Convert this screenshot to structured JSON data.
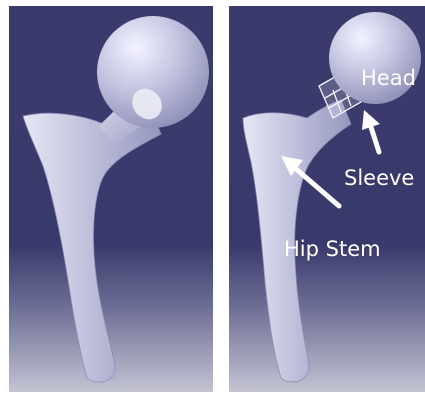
{
  "annotations": {
    "head": "Head",
    "sleeve": "Sleeve",
    "stem": "Hip Stem"
  },
  "colors": {
    "background_top": "#393a6a",
    "background_bottom": "#c2c2d2",
    "implant": "#c8cae0",
    "arrow": "#ffffff",
    "label": "#ffffff"
  }
}
